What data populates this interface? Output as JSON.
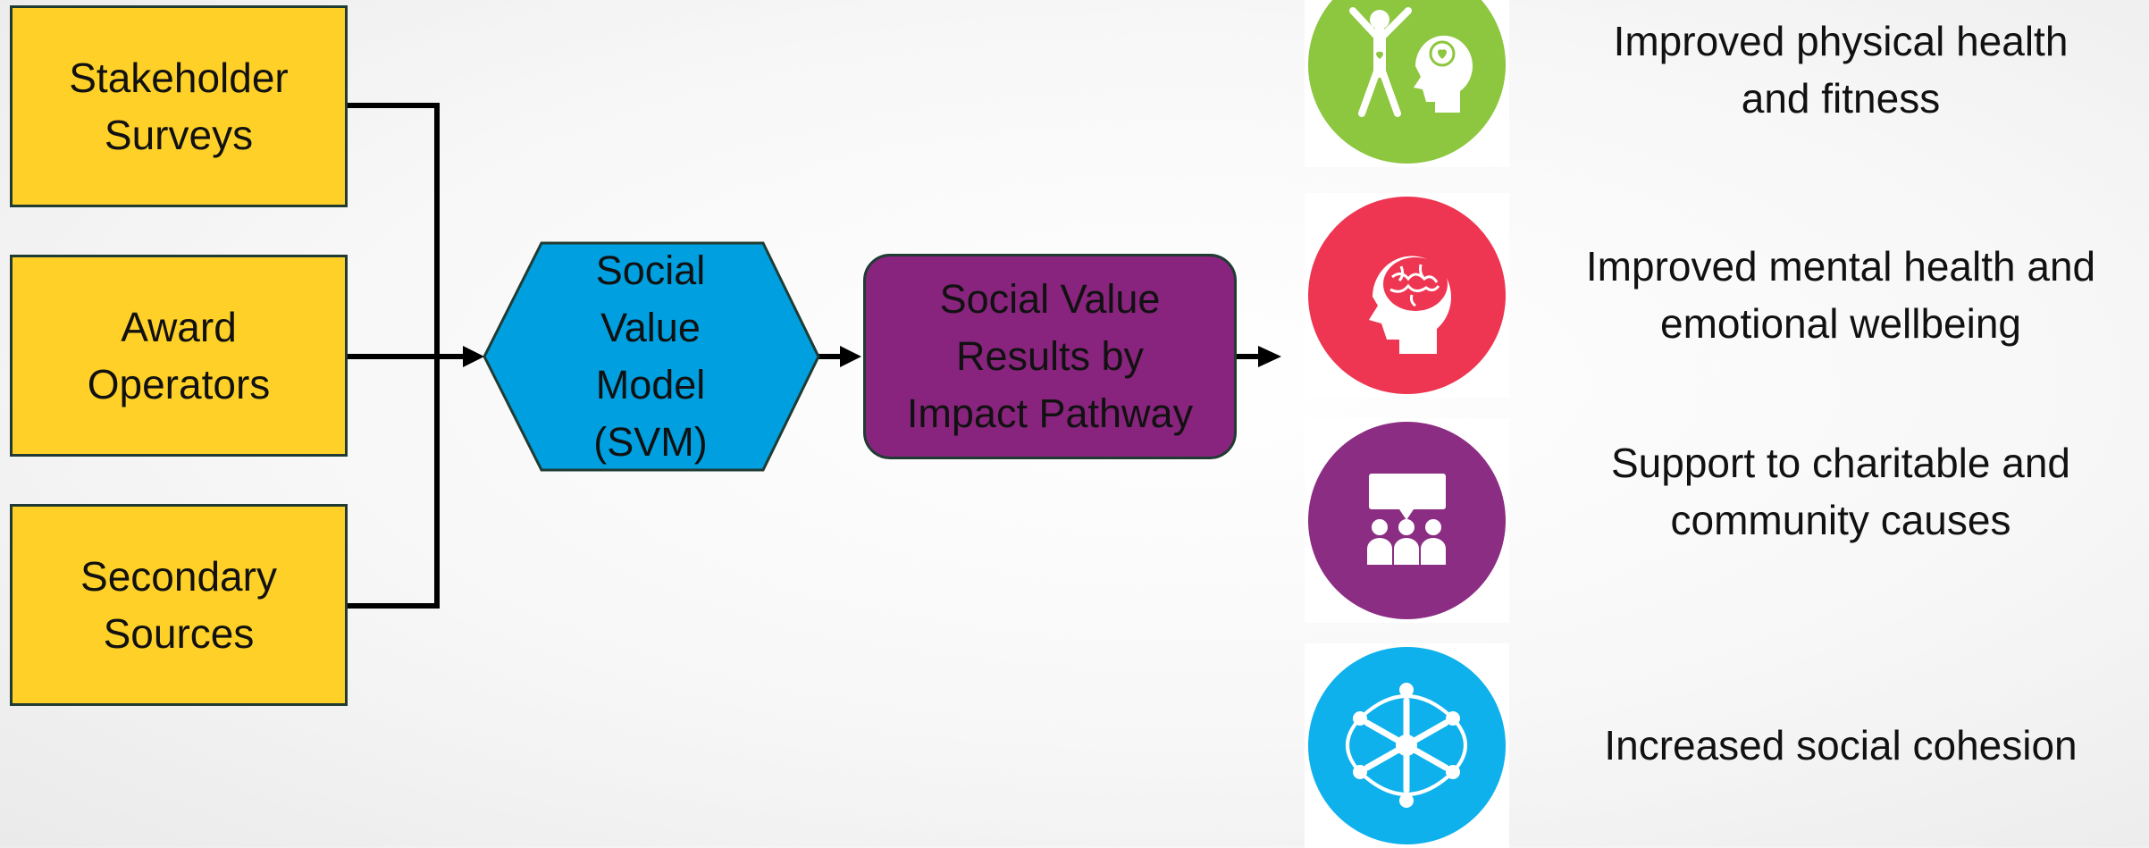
{
  "sources": [
    {
      "label": "Stakeholder\nSurveys"
    },
    {
      "label": "Award\nOperators"
    },
    {
      "label": "Secondary\nSources"
    }
  ],
  "model": {
    "label": "Social\nValue\nModel\n(SVM)"
  },
  "results": {
    "label": "Social Value\nResults by\nImpact Pathway"
  },
  "outcomes": [
    {
      "label": "Improved physical health\nand fitness",
      "icon": "physical-health-icon",
      "color": "#8dc63f"
    },
    {
      "label": "Improved mental health and\nemotional wellbeing",
      "icon": "brain-head-icon",
      "color": "#ee3551"
    },
    {
      "label": "Support to charitable and\ncommunity causes",
      "icon": "community-audience-icon",
      "color": "#8b2d83"
    },
    {
      "label": "Increased social cohesion",
      "icon": "social-network-icon",
      "color": "#0eb1ec"
    }
  ],
  "colors": {
    "source_fill": "#ffd027",
    "model_fill": "#009fdf",
    "results_fill": "#88247d",
    "border": "#1f3b34"
  }
}
